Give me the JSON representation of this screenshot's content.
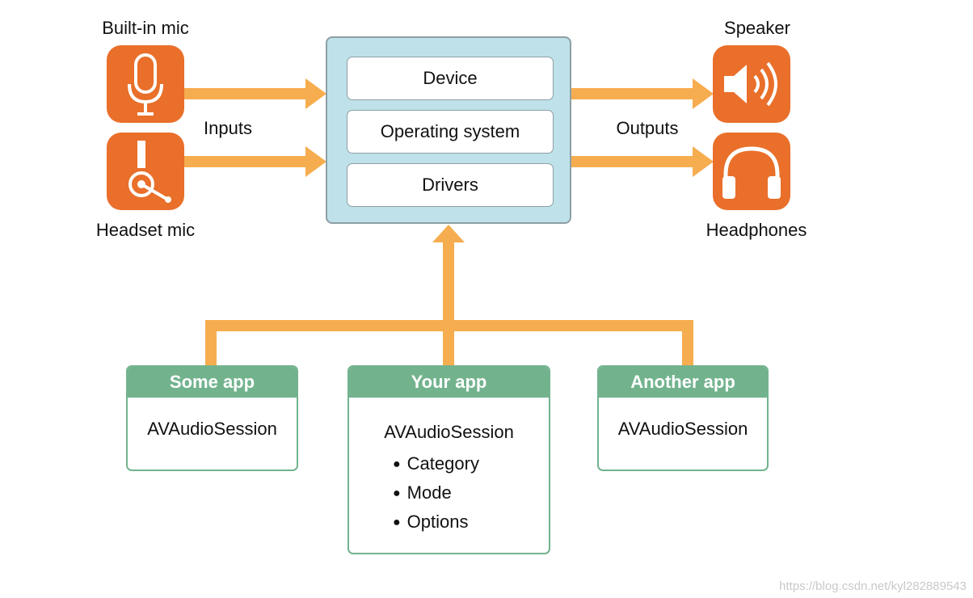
{
  "colors": {
    "arrow": "#f6ad4f",
    "icon_tile": "#e96f2a",
    "center_box_fill": "#bfe1e9",
    "app_header": "#72b38e"
  },
  "inputs": {
    "label": "Inputs",
    "builtin_mic": {
      "label": "Built-in mic",
      "icon": "microphone-icon"
    },
    "headset_mic": {
      "label": "Headset mic",
      "icon": "headset-mic-icon"
    }
  },
  "outputs": {
    "label": "Outputs",
    "speaker": {
      "label": "Speaker",
      "icon": "speaker-icon"
    },
    "headphones": {
      "label": "Headphones",
      "icon": "headphones-icon"
    }
  },
  "system_stack": [
    "Device",
    "Operating system",
    "Drivers"
  ],
  "apps": [
    {
      "name": "Some app",
      "class": "AVAudioSession",
      "options": []
    },
    {
      "name": "Your app",
      "class": "AVAudioSession",
      "options": [
        "Category",
        "Mode",
        "Options"
      ]
    },
    {
      "name": "Another app",
      "class": "AVAudioSession",
      "options": []
    }
  ],
  "watermark": "https://blog.csdn.net/kyl282889543"
}
